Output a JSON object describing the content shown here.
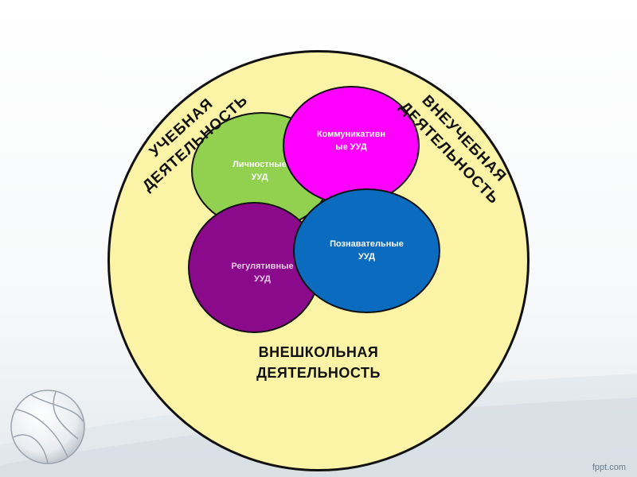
{
  "diagram": {
    "outer_label_left": "УЧЕБНАЯ\nДЕЯТЕЛЬНОСТЬ",
    "outer_label_right": "ВНЕУЧЕБНАЯ\nДЕЯТЕЛЬНОСТЬ",
    "outer_label_bottom": "ВНЕШКОЛЬНАЯ\nДЕЯТЕЛЬНОСТЬ",
    "circles": {
      "personal": "Личностные\nУУД",
      "communicative": "Коммуникативн\nые УУД",
      "regulatory": "Регулятивные\nУУД",
      "cognitive": "Познавательные\nУУД"
    },
    "colors": {
      "outer": "#fbf4a6",
      "personal": "#92d050",
      "communicative": "#ff00ff",
      "regulatory": "#8b0a8b",
      "cognitive": "#0b6bbf"
    }
  },
  "watermark": "fppt.com"
}
